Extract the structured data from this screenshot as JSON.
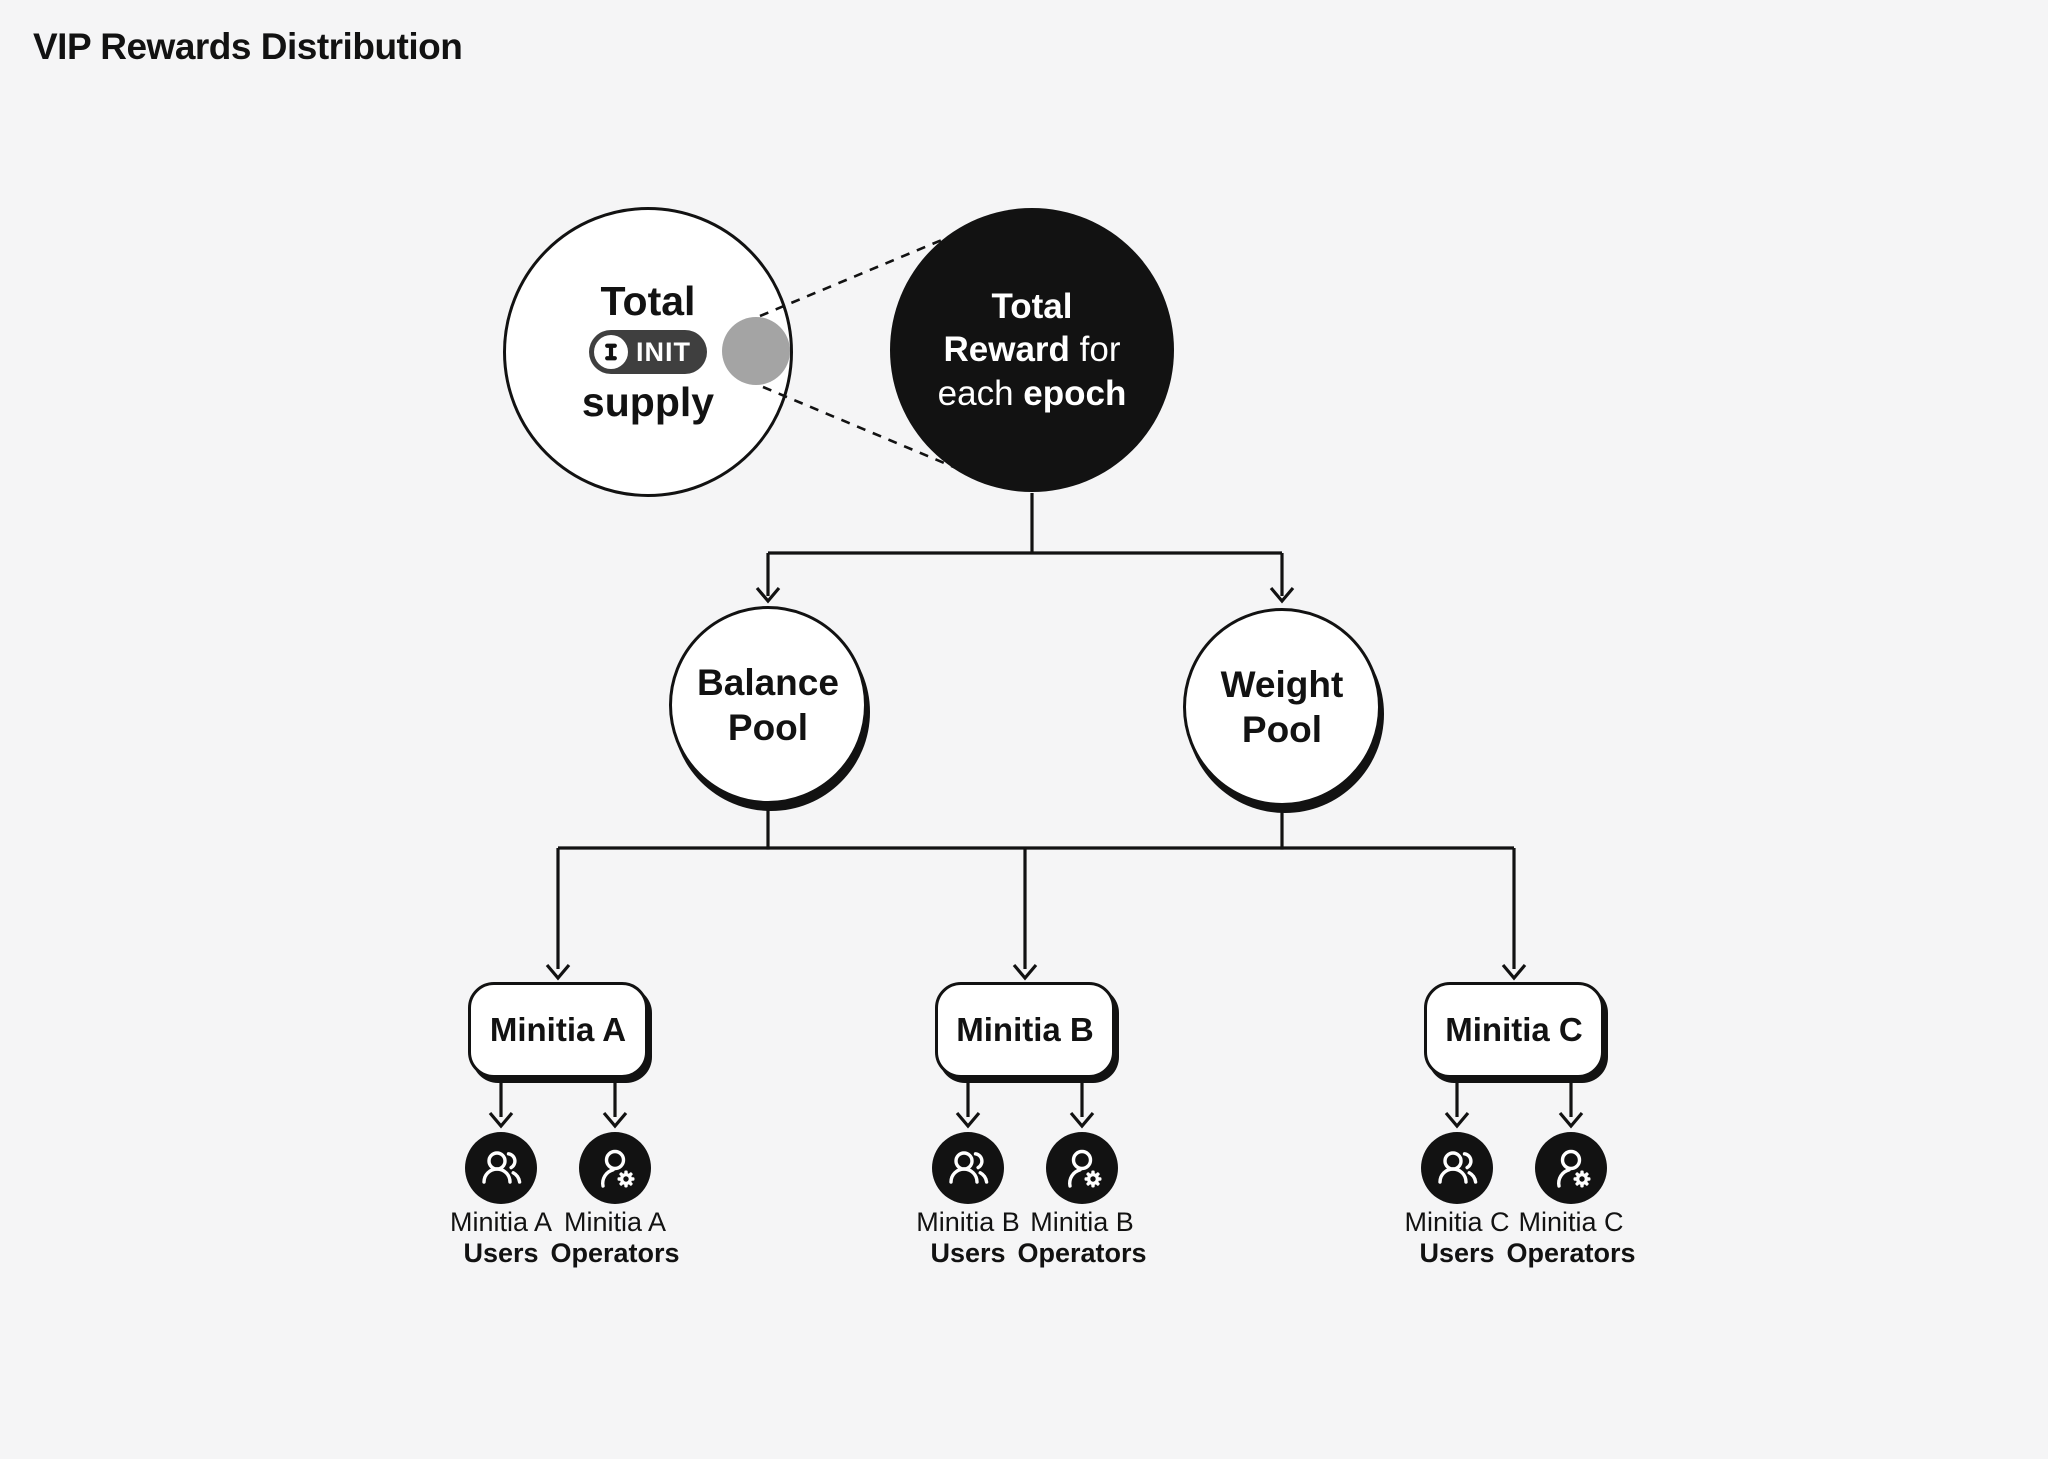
{
  "title": "VIP Rewards Distribution",
  "colors": {
    "background": "#f5f5f6",
    "ink": "#121212",
    "node_fill": "#ffffff",
    "gray_dot": "#a4a4a4",
    "badge_bg": "#3f3f3f",
    "badge_text": "#ffffff"
  },
  "supply_node": {
    "line1": "Total",
    "badge_icon": "init-token-icon",
    "badge_label": "INIT",
    "line2": "supply"
  },
  "reward_node": {
    "line1_bold": "Total",
    "line2_bold": "Reward",
    "line2_regular": " for",
    "line3_regular": "each ",
    "line3_bold": "epoch"
  },
  "pools": [
    {
      "line1": "Balance",
      "line2": "Pool"
    },
    {
      "line1": "Weight",
      "line2": "Pool"
    }
  ],
  "minitias": [
    {
      "name": "Minitia A",
      "users": {
        "icon": "users-icon",
        "line1": "Minitia A",
        "line2": "Users"
      },
      "operators": {
        "icon": "operator-gear-icon",
        "line1": "Minitia A",
        "line2": "Operators"
      }
    },
    {
      "name": "Minitia B",
      "users": {
        "icon": "users-icon",
        "line1": "Minitia B",
        "line2": "Users"
      },
      "operators": {
        "icon": "operator-gear-icon",
        "line1": "Minitia B",
        "line2": "Operators"
      }
    },
    {
      "name": "Minitia C",
      "users": {
        "icon": "users-icon",
        "line1": "Minitia C",
        "line2": "Users"
      },
      "operators": {
        "icon": "operator-gear-icon",
        "line1": "Minitia C",
        "line2": "Operators"
      }
    }
  ]
}
